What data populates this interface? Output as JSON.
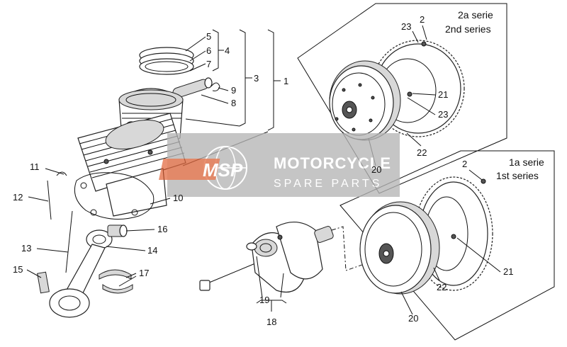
{
  "watermark": {
    "logo": "MSP",
    "title": "MOTORCYCLE",
    "subtitle": "SPARE PARTS"
  },
  "series": {
    "second_it": "2a serie",
    "second_en": "2nd series",
    "first_it": "1a serie",
    "first_en": "1st series"
  },
  "labels": {
    "p1": "1",
    "p2_top": "2",
    "p2_bottom": "2",
    "p3": "3",
    "p4": "4",
    "p5": "5",
    "p6": "6",
    "p7": "7",
    "p8": "8",
    "p9": "9",
    "p10": "10",
    "p11": "11",
    "p12": "12",
    "p13": "13",
    "p14": "14",
    "p15": "15",
    "p16": "16",
    "p17": "17",
    "p18": "18",
    "p19": "19",
    "p20_top": "20",
    "p20_bottom": "20",
    "p21_top": "21",
    "p21_bottom": "21",
    "p22_top": "22",
    "p22_bottom": "22",
    "p23_a": "23",
    "p23_b": "23"
  },
  "colors": {
    "line": "#111111",
    "watermark_bg": "#b5b5b5",
    "watermark_logo": "#e05a2b"
  }
}
